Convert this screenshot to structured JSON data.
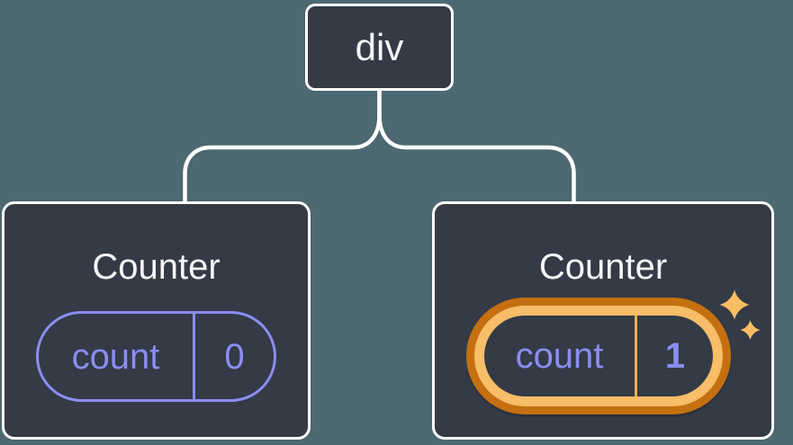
{
  "diagram": {
    "background_color": "#4C6870",
    "root": {
      "label": "div"
    },
    "children": [
      {
        "title": "Counter",
        "state_key": "count",
        "state_value": "0",
        "highlighted": false
      },
      {
        "title": "Counter",
        "state_key": "count",
        "state_value": "1",
        "highlighted": true
      }
    ]
  },
  "colors": {
    "background": "#4C6870",
    "node_fill": "#343A46",
    "node_border": "#FFFFFF",
    "connector": "#FFFFFF",
    "text_primary": "#F5F6F7",
    "state_purple": "#8A8DF0",
    "highlight_outer_orange": "#C47011",
    "highlight_inner_orange": "#F7BD68",
    "highlight_divider_orange": "#F0AC4E",
    "sparkle_orange": "#F9BE62"
  },
  "icons": {
    "sparkles": "two four-pointed stars marking fresh state"
  }
}
